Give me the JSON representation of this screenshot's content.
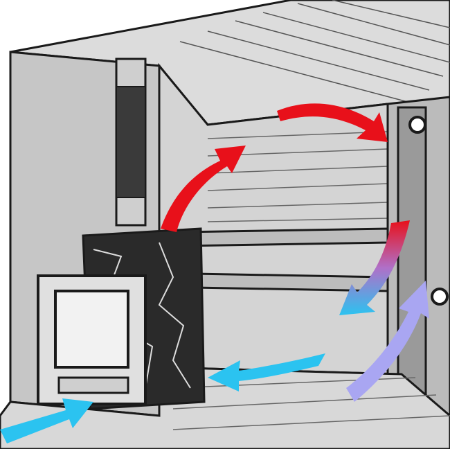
{
  "diagram": {
    "subject": "sauna-airflow",
    "colors": {
      "wall": "#c9c9c9",
      "wall_dark": "#a9a9a9",
      "ceiling": "#dcdcdc",
      "outline": "#1a1a1a",
      "hot_air": "#e8101a",
      "cool_air": "#2bc3f0",
      "return_air": "#a9a6f2",
      "stones": "#2a2a2a"
    },
    "arrows": [
      {
        "id": "intake",
        "color": "cool_air",
        "direction": "in"
      },
      {
        "id": "stove-rise",
        "color": "hot_air",
        "direction": "up"
      },
      {
        "id": "ceiling-flow",
        "color": "hot_air",
        "direction": "right"
      },
      {
        "id": "descend",
        "color": "hot_air-to-cool_air",
        "direction": "down"
      },
      {
        "id": "floor-flow",
        "color": "cool_air",
        "direction": "left"
      },
      {
        "id": "exhaust-rise",
        "color": "return_air",
        "direction": "up"
      }
    ]
  }
}
